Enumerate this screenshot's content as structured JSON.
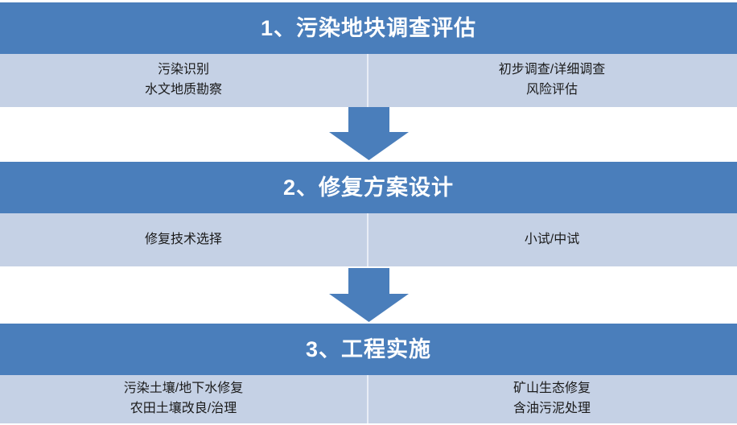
{
  "theme": {
    "header_blue": "#4a7ebb",
    "body_light_blue": "#c5d1e5",
    "arrow_blue": "#4a7ebb",
    "header_text": "#ffffff",
    "body_text": "#1a1a1a",
    "page_background": "#ffffff"
  },
  "flowchart": {
    "type": "vertical-process-flow",
    "stage_count": 3,
    "connector": "down-arrow",
    "stages": [
      {
        "number": "1",
        "title": "1、污染地块调查评估",
        "columns": [
          {
            "side": "left",
            "lines": [
              "污染识别",
              "水文地质勘察"
            ]
          },
          {
            "side": "right",
            "lines": [
              "初步调查/详细调查",
              "风险评估"
            ]
          }
        ]
      },
      {
        "number": "2",
        "title": "2、修复方案设计",
        "columns": [
          {
            "side": "left",
            "lines": [
              "修复技术选择"
            ]
          },
          {
            "side": "right",
            "lines": [
              "小试/中试"
            ]
          }
        ]
      },
      {
        "number": "3",
        "title": "3、工程实施",
        "columns": [
          {
            "side": "left",
            "lines": [
              "污染土壤/地下水修复",
              "农田土壤改良/治理"
            ]
          },
          {
            "side": "right",
            "lines": [
              "矿山生态修复",
              "含油污泥处理"
            ]
          }
        ]
      }
    ],
    "connectors": [
      {
        "from_stage": "1",
        "to_stage": "2",
        "icon": "down-arrow-icon"
      },
      {
        "from_stage": "2",
        "to_stage": "3",
        "icon": "down-arrow-icon"
      }
    ]
  }
}
